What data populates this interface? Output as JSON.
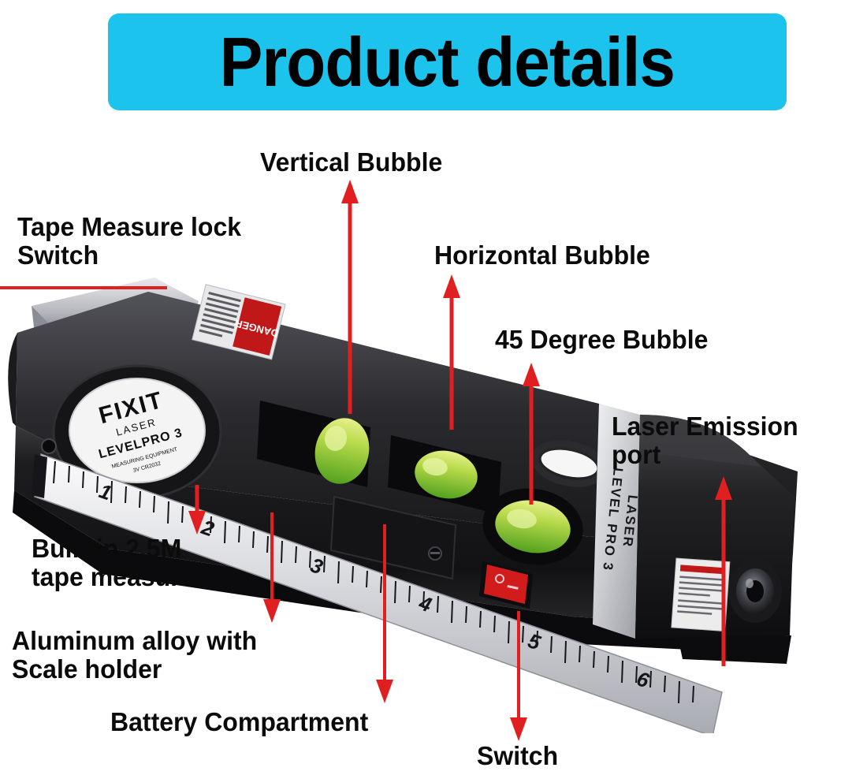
{
  "header": {
    "title": "Product details",
    "bg_color": "#1cc3ec",
    "text_color": "#000000"
  },
  "theme": {
    "arrow_color": "#e02020",
    "label_color": "#0b0b0b",
    "page_bg": "#ffffff",
    "body_black": "#1a1a1a",
    "tape_silver": "#d9dade",
    "bubble_green": "#9ccb3b",
    "switch_red": "#d21c1c"
  },
  "callouts": [
    {
      "id": "tape-measure-lock-switch",
      "label": "Tape Measure lock\nSwitch"
    },
    {
      "id": "vertical-bubble",
      "label": "Vertical Bubble"
    },
    {
      "id": "horizontal-bubble",
      "label": "Horizontal Bubble"
    },
    {
      "id": "degree-45-bubble",
      "label": "45 Degree Bubble"
    },
    {
      "id": "laser-emission-port",
      "label": "Laser Emission\nport"
    },
    {
      "id": "built-in-tape-measure",
      "label": "Built-in 2.5M\ntape measure"
    },
    {
      "id": "aluminum-alloy-scale-holder",
      "label": "Aluminum alloy with\nScale holder"
    },
    {
      "id": "battery-compartment",
      "label": "Battery Compartment"
    },
    {
      "id": "switch",
      "label": "Switch"
    }
  ],
  "product": {
    "brand_line_1": "FIXIT",
    "brand_line_2": "LASER",
    "brand_line_3": "LEVELPRO 3",
    "brand_line_4": "MEASURING EQUIPMENT",
    "brand_line_5": "3V  CR2032",
    "side_text": "LASER LEVEL PRO 3",
    "warning_label": "DANGER",
    "warning_sub": "LASER RADIATION",
    "ruler_marks": [
      "1",
      "2",
      "3",
      "4",
      "5",
      "6"
    ]
  }
}
